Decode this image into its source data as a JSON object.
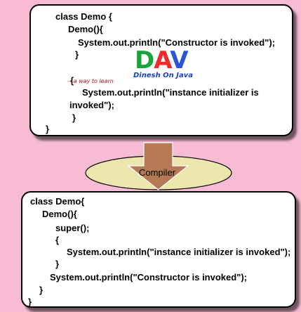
{
  "source_code": {
    "lines": [
      "class  Demo {",
      "Demo(){",
      "System.out.println(\"Constructor is invoked\");",
      "}",
      "{",
      "System.out.println(\"instance initializer is",
      "invoked\");",
      "}",
      "}"
    ]
  },
  "compiled_code": {
    "lines": [
      "class Demo{",
      "Demo(){",
      "super();",
      "{",
      "System.out.println(\"instance initializer is invoked\");",
      "}",
      "System.out.println(\"Constructor is invoked\");",
      "}",
      "}"
    ]
  },
  "compiler": {
    "label": "Compiler"
  },
  "logo": {
    "letters": [
      "D",
      "A",
      "V"
    ],
    "name": "Dinesh On Java",
    "tagline": "---a way to learn"
  },
  "colors": {
    "background": "#f7bcd4",
    "arrow": "#b57a55",
    "ellipse": "#ece5ad",
    "logo_d": "#1aa43c",
    "logo_a": "#ee2a2a",
    "logo_v": "#2a55d8"
  }
}
